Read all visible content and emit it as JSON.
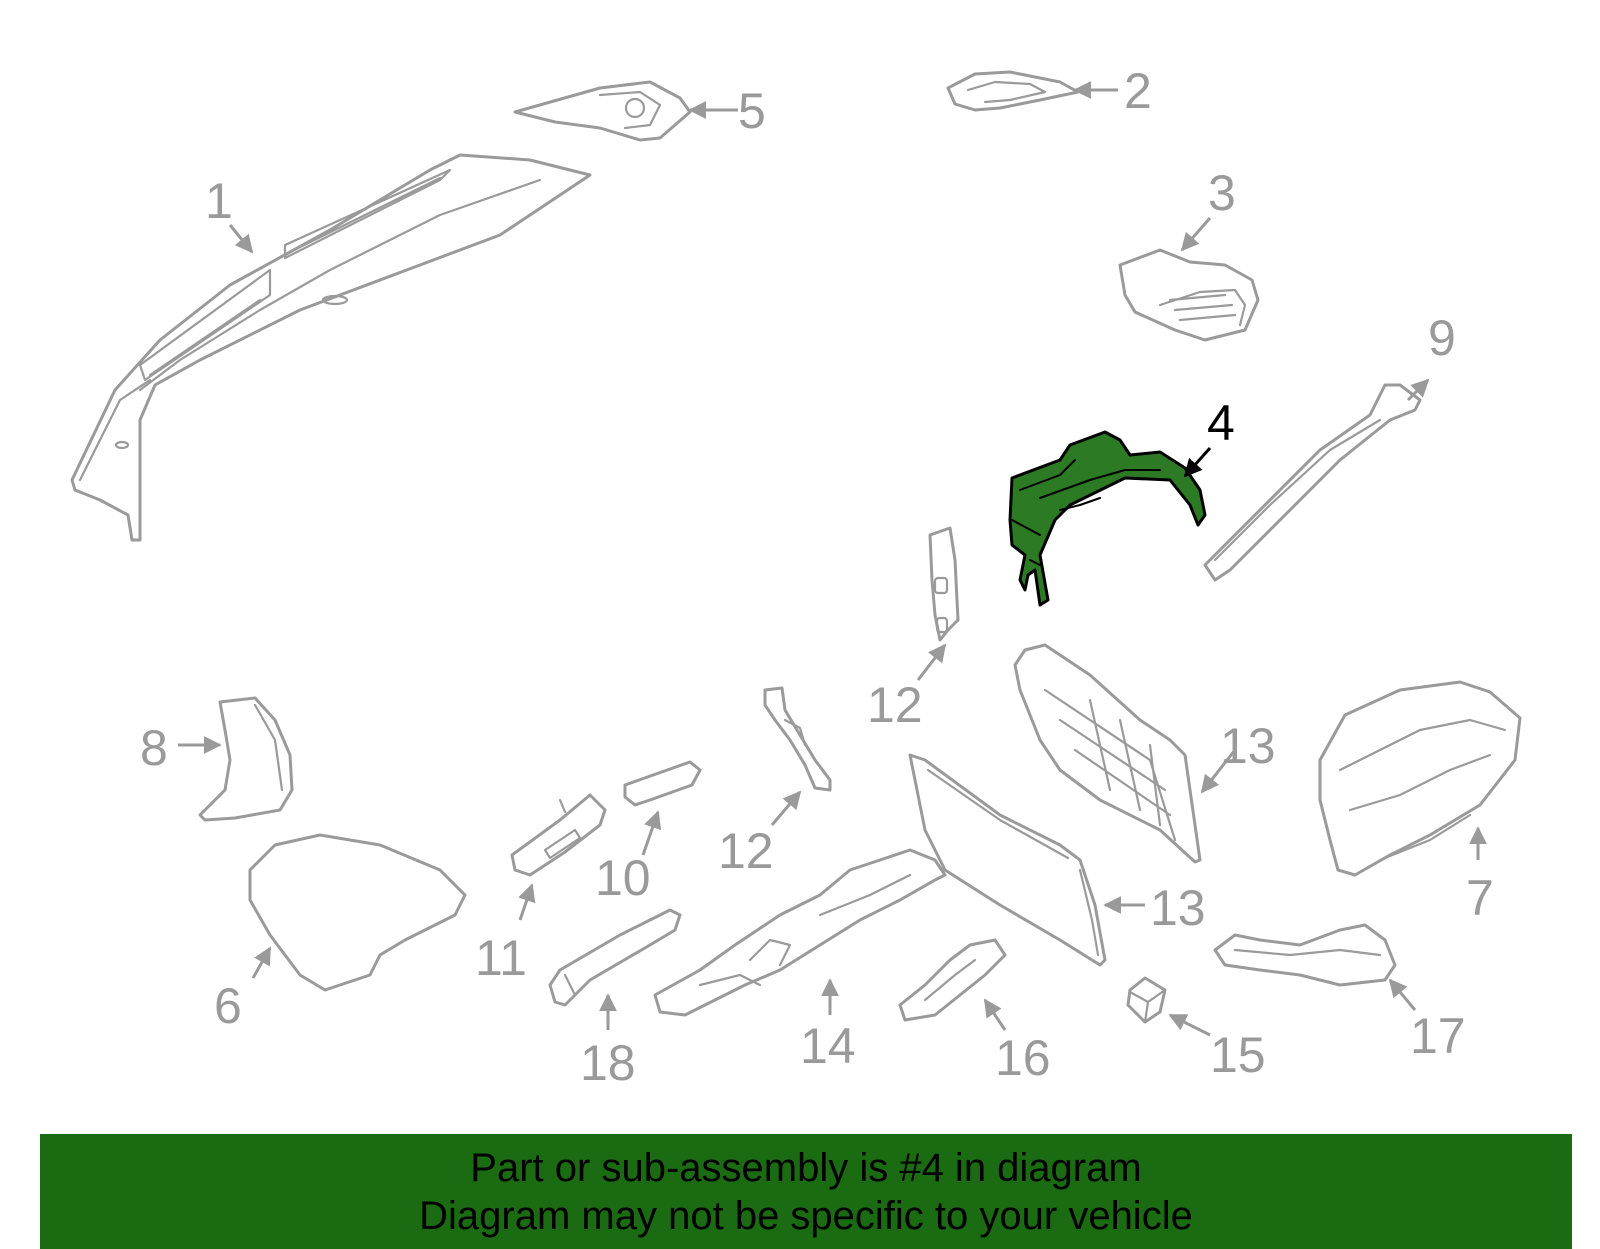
{
  "colors": {
    "highlight_fill": "#2d7a24",
    "banner_background": "#1a6b12",
    "part_stroke": "#9a9a9a"
  },
  "callouts": {
    "c1": "1",
    "c2": "2",
    "c3": "3",
    "c4": "4",
    "c5": "5",
    "c6": "6",
    "c7": "7",
    "c8": "8",
    "c9": "9",
    "c10": "10",
    "c11": "11",
    "c12a": "12",
    "c12b": "12",
    "c13a": "13",
    "c13b": "13",
    "c14": "14",
    "c15": "15",
    "c16": "16",
    "c17": "17",
    "c18": "18"
  },
  "banner": {
    "line1": "Part or sub-assembly is #4 in diagram",
    "line2": "Diagram may not be specific to your vehicle"
  }
}
